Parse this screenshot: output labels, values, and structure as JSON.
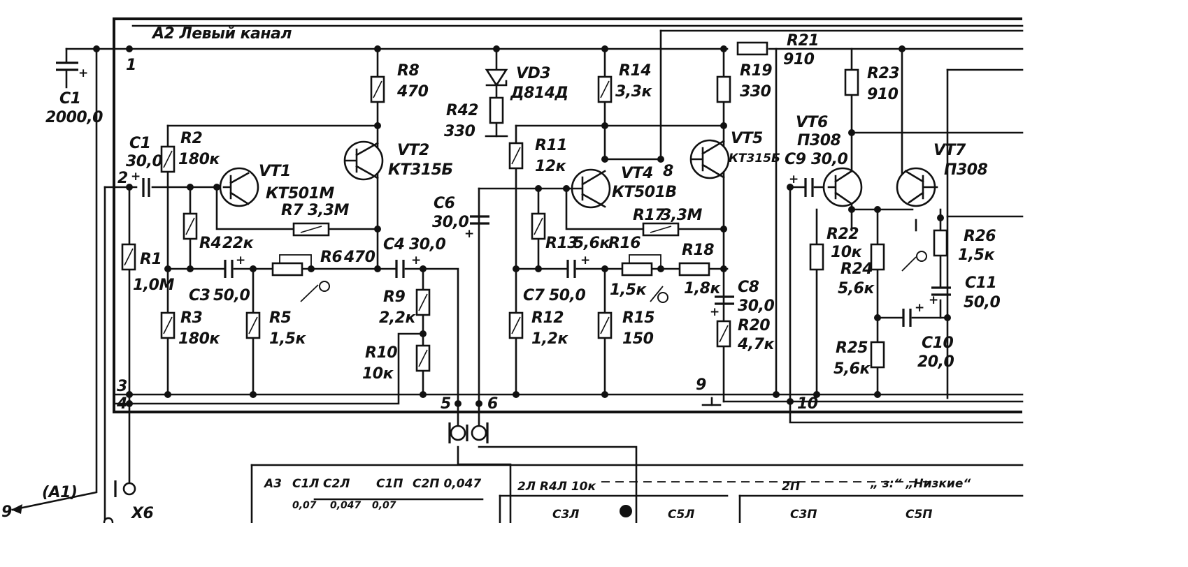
{
  "title": "A2 Левый канал",
  "components": {
    "c1_main": {
      "name": "C1",
      "value": "2000,0"
    },
    "c1": {
      "name": "C1",
      "value": "30,0"
    },
    "r1": {
      "name": "R1",
      "value": "1,0M"
    },
    "r2": {
      "name": "R2",
      "value": "180к"
    },
    "r3": {
      "name": "R3",
      "value": "180к"
    },
    "r4": {
      "name": "R4",
      "value": "22к"
    },
    "r5": {
      "name": "R5",
      "value": "1,5к"
    },
    "r6": {
      "name": "R6",
      "value": "470"
    },
    "r7": {
      "name": "R7",
      "value": "3,3M"
    },
    "r8": {
      "name": "R8",
      "value": "470"
    },
    "r9": {
      "name": "R9",
      "value": "2,2к"
    },
    "r10": {
      "name": "R10",
      "value": "10к"
    },
    "r11": {
      "name": "R11",
      "value": "12к"
    },
    "r12": {
      "name": "R12",
      "value": "1,2к"
    },
    "r13": {
      "name": "R13",
      "value": "5,6к"
    },
    "r14": {
      "name": "R14",
      "value": "3,3к"
    },
    "r15": {
      "name": "R15",
      "value": "150"
    },
    "r16": {
      "name": "R16",
      "value": "1,5к"
    },
    "r17": {
      "name": "R17",
      "value": "3,3M"
    },
    "r18": {
      "name": "R18",
      "value": "1,8к"
    },
    "r19": {
      "name": "R19",
      "value": "330"
    },
    "r20": {
      "name": "R20",
      "value": "4,7к"
    },
    "r21": {
      "name": "R21",
      "value": "910"
    },
    "r22": {
      "name": "R22",
      "value": "10к"
    },
    "r23": {
      "name": "R23",
      "value": "910"
    },
    "r24": {
      "name": "R24",
      "value": "5,6к"
    },
    "r25": {
      "name": "R25",
      "value": "5,6к"
    },
    "r26": {
      "name": "R26",
      "value": "1,5к"
    },
    "r42": {
      "name": "R42",
      "value": "330"
    },
    "c3": {
      "name": "C3",
      "value": "50,0"
    },
    "c4": {
      "name": "C4",
      "value": "30,0"
    },
    "c6": {
      "name": "C6",
      "value": "30,0"
    },
    "c7": {
      "name": "C7",
      "value": "50,0"
    },
    "c8": {
      "name": "C8",
      "value": "30,0"
    },
    "c9": {
      "name": "C9",
      "value": "30,0"
    },
    "c10": {
      "name": "C10",
      "value": "20,0"
    },
    "c11": {
      "name": "C11",
      "value": "50,0"
    },
    "vd3": {
      "name": "VD3",
      "value": "Д814Д"
    },
    "vt1": {
      "name": "VT1",
      "value": "КТ501M"
    },
    "vt2": {
      "name": "VT2",
      "value": "КТ315Б"
    },
    "vt4": {
      "name": "VT4",
      "value": "КТ501В"
    },
    "vt5": {
      "name": "VT5",
      "value": "КТ315Б"
    },
    "vt6": {
      "name": "VT6",
      "value": "П308"
    },
    "vt7": {
      "name": "VT7",
      "value": "П308"
    }
  },
  "nodes": {
    "n1": "1",
    "n2": "2",
    "n3": "3",
    "n4": "4",
    "n5": "5",
    "n6": "6",
    "n8": "8",
    "n9": "9",
    "n10": "10"
  },
  "connector": {
    "x6": "X6",
    "a1": "(A1)",
    "out9": "9"
  },
  "a3": {
    "title": "A3",
    "c1l": "С1Л",
    "c2l": "С2Л",
    "c1p": "С1П",
    "c2p": "С2П 0,047",
    "v007a": "0,07",
    "v0047": "0,047",
    "v007b": "0,07",
    "r4l": "2Л R4Л 10к",
    "c3l": "С3Л",
    "c5l": "С5Л",
    "c2p2": "2П",
    "c3p": "С3П",
    "c5p": "С5П",
    "mode": "„ з:“ „Низкие“"
  },
  "plus": "+"
}
